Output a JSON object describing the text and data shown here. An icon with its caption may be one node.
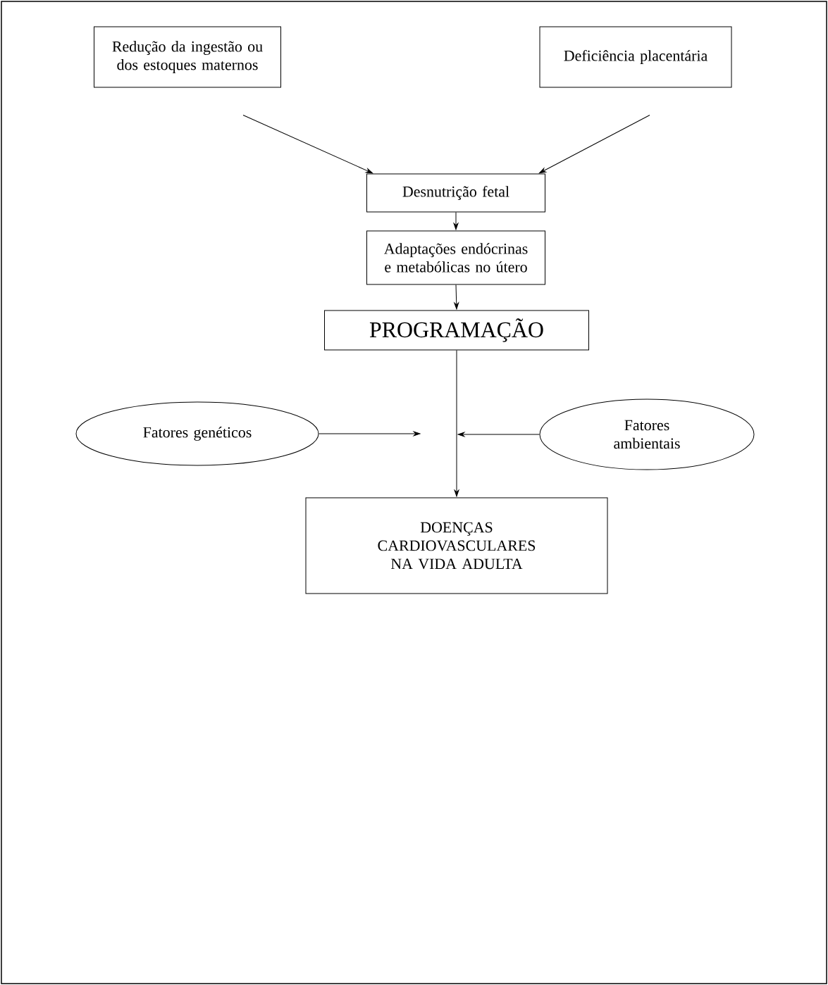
{
  "diagram": {
    "nodes": [
      {
        "text": [
          "Redução da ingestão ou dos estoques maternos"
        ]
      },
      {
        "text": [
          "Deficiência placentária"
        ]
      },
      {
        "text": [
          "Desnutrição fetal"
        ]
      },
      {
        "text": [
          "Adaptações endócrinas e metabólicas no útero"
        ]
      },
      {
        "text": [
          "PROGRAMAÇÃO"
        ]
      },
      {
        "text": [
          "Fatores genéticos"
        ]
      },
      {
        "text": [
          "Fatores ambientais"
        ]
      },
      {
        "text": [
          "DOENÇAS CARDIOVASCULARES NA VIDA ADULTA"
        ]
      }
    ],
    "edges": [
      {
        "from": 0,
        "to": 2,
        "arrow": "to"
      },
      {
        "from": 1,
        "to": 2,
        "arrow": "to"
      },
      {
        "from": 2,
        "to": 3,
        "arrow": "to"
      },
      {
        "from": 3,
        "to": 4,
        "arrow": "to"
      },
      {
        "from": 4,
        "to": 7,
        "arrow": "to"
      },
      {
        "from": 5,
        "to": null,
        "arrow": "to"
      },
      {
        "from": 6,
        "to": null,
        "arrow": "to"
      }
    ]
  }
}
